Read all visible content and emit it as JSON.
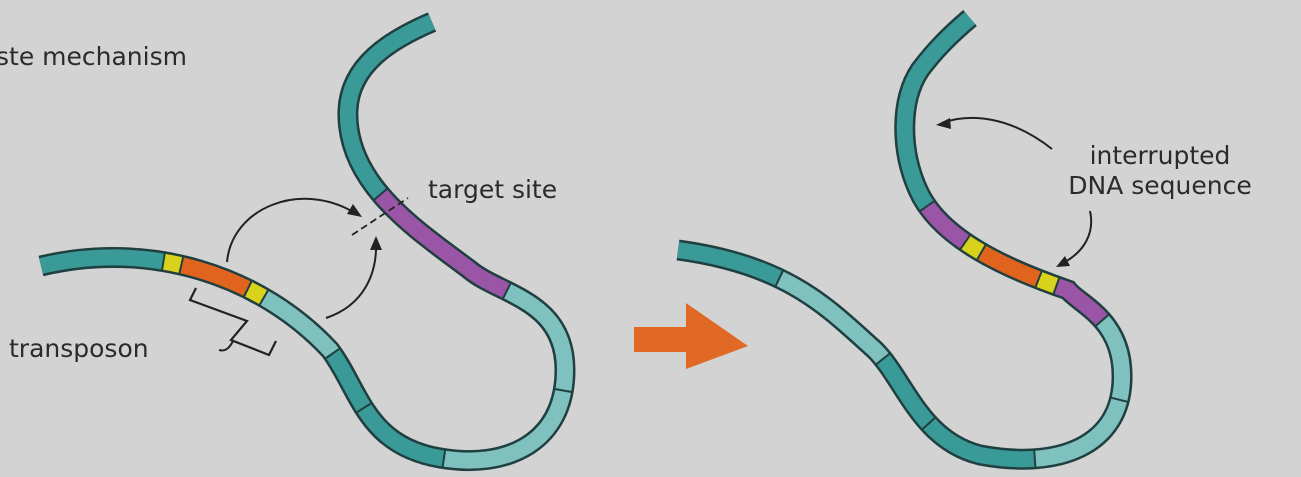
{
  "labels": {
    "mechanism": "ste mechanism",
    "target_site": "target site",
    "transposon": "transposon",
    "interrupted_line1": "interrupted",
    "interrupted_line2": "DNA sequence"
  },
  "colors": {
    "background": "#d3d3d3",
    "dna_dark": "#3a9a97",
    "dna_light": "#7fc1be",
    "target_site": "#9b55a6",
    "transposon": "#e0641e",
    "flank": "#d9d21b",
    "arrow": "#e06a25",
    "outline": "#1f3f40"
  },
  "icons": {
    "process_arrow": "right-arrow-icon"
  }
}
